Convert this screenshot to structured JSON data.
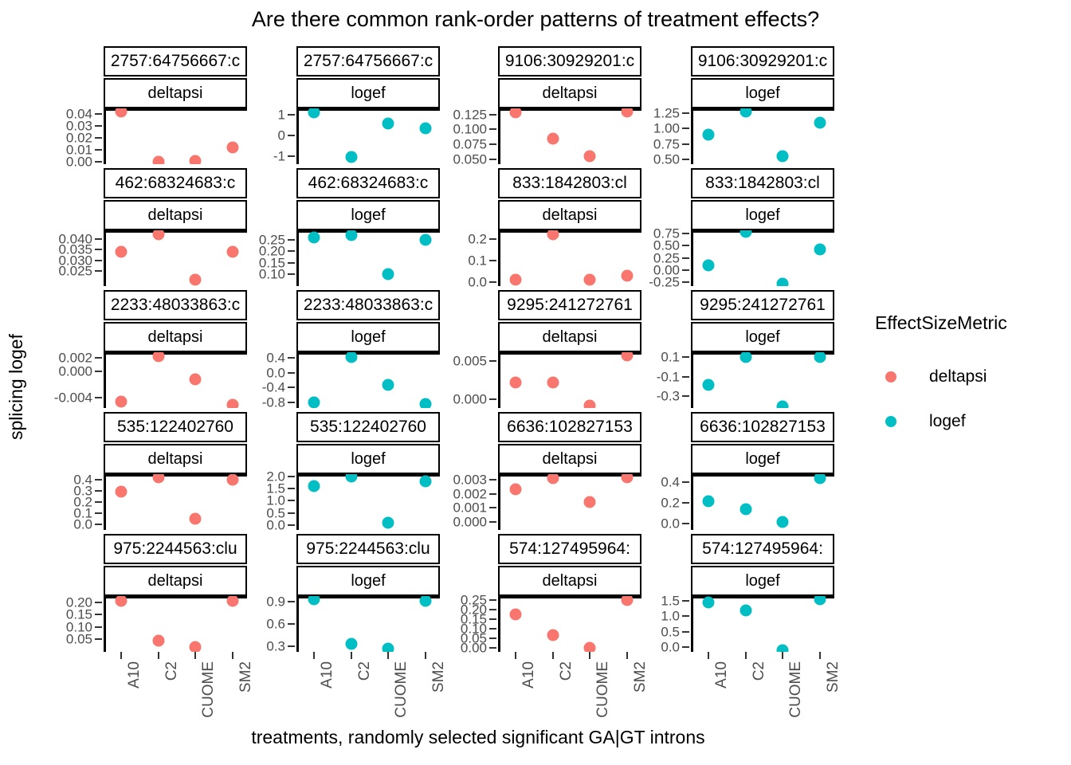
{
  "chart_data": {
    "type": "scatter",
    "title": "Are there common rank-order patterns of treatment effects?",
    "xlabel": "treatments, randomly selected significant GA|GT introns",
    "ylabel": "splicing logef",
    "grid": false,
    "legend": {
      "title": "EffectSizeMetric",
      "position": "right",
      "entries": [
        {
          "name": "deltapsi",
          "color": "#F8766D"
        },
        {
          "name": "logef",
          "color": "#00BFC4"
        }
      ]
    },
    "x_categories": [
      "A10",
      "C2",
      "CUOME",
      "SM2"
    ],
    "facet_columns": [
      "deltapsi",
      "logef",
      "deltapsi",
      "logef"
    ],
    "panels": [
      {
        "row": 0,
        "col": 0,
        "strip_outer": "2757:64756667:c",
        "strip_inner": "deltapsi",
        "series": "deltapsi",
        "ylim": [
          -0.002,
          0.045
        ],
        "yticks": [
          "0.00",
          "0.01",
          "0.02",
          "0.03",
          "0.04"
        ],
        "ytick_values": [
          0.0,
          0.01,
          0.02,
          0.03,
          0.04
        ],
        "values": [
          0.042,
          0.0,
          0.001,
          0.012
        ]
      },
      {
        "row": 0,
        "col": 1,
        "strip_outer": "2757:64756667:c",
        "strip_inner": "logef",
        "series": "logef",
        "ylim": [
          -1.4,
          1.3
        ],
        "yticks": [
          "-1",
          "0",
          "1"
        ],
        "ytick_values": [
          -1,
          0,
          1
        ],
        "values": [
          1.1,
          -1.05,
          0.55,
          0.35
        ]
      },
      {
        "row": 0,
        "col": 2,
        "strip_outer": "9106:30929201:c",
        "strip_inner": "deltapsi",
        "series": "deltapsi",
        "ylim": [
          0.042,
          0.135
        ],
        "yticks": [
          "0.050",
          "0.075",
          "0.100",
          "0.125"
        ],
        "ytick_values": [
          0.05,
          0.075,
          0.1,
          0.125
        ],
        "values": [
          0.128,
          0.085,
          0.055,
          0.13
        ]
      },
      {
        "row": 0,
        "col": 3,
        "strip_outer": "9106:30929201:c",
        "strip_inner": "logef",
        "series": "logef",
        "ylim": [
          0.42,
          1.33
        ],
        "yticks": [
          "0.50",
          "0.75",
          "1.00",
          "1.25"
        ],
        "ytick_values": [
          0.5,
          0.75,
          1.0,
          1.25
        ],
        "values": [
          0.9,
          1.28,
          0.55,
          1.1
        ]
      },
      {
        "row": 1,
        "col": 0,
        "strip_outer": "462:68324683:c",
        "strip_inner": "deltapsi",
        "series": "deltapsi",
        "ylim": [
          0.018,
          0.044
        ],
        "yticks": [
          "0.025",
          "0.030",
          "0.035",
          "0.040"
        ],
        "ytick_values": [
          0.025,
          0.03,
          0.035,
          0.04
        ],
        "values": [
          0.034,
          0.042,
          0.021,
          0.034
        ]
      },
      {
        "row": 1,
        "col": 1,
        "strip_outer": "462:68324683:c",
        "strip_inner": "logef",
        "series": "logef",
        "ylim": [
          0.05,
          0.29
        ],
        "yticks": [
          "0.10",
          "0.15",
          "0.20",
          "0.25"
        ],
        "ytick_values": [
          0.1,
          0.15,
          0.2,
          0.25
        ],
        "values": [
          0.26,
          0.27,
          0.1,
          0.25
        ]
      },
      {
        "row": 1,
        "col": 2,
        "strip_outer": "833:1842803:cl",
        "strip_inner": "deltapsi",
        "series": "deltapsi",
        "ylim": [
          -0.02,
          0.24
        ],
        "yticks": [
          "0.0",
          "0.1",
          "0.2"
        ],
        "ytick_values": [
          0.0,
          0.1,
          0.2
        ],
        "values": [
          0.01,
          0.22,
          0.01,
          0.03
        ]
      },
      {
        "row": 1,
        "col": 3,
        "strip_outer": "833:1842803:cl",
        "strip_inner": "logef",
        "series": "logef",
        "ylim": [
          -0.33,
          0.82
        ],
        "yticks": [
          "-0.25",
          "0.00",
          "0.25",
          "0.50",
          "0.75"
        ],
        "ytick_values": [
          -0.25,
          0.0,
          0.25,
          0.5,
          0.75
        ],
        "values": [
          0.1,
          0.78,
          -0.28,
          0.42
        ]
      },
      {
        "row": 2,
        "col": 0,
        "strip_outer": "2233:48033863:c",
        "strip_inner": "deltapsi",
        "series": "deltapsi",
        "ylim": [
          -0.0055,
          0.0028
        ],
        "yticks": [
          "-0.004",
          "0.000",
          "0.002"
        ],
        "ytick_values": [
          -0.004,
          0.0,
          0.002
        ],
        "values": [
          -0.0045,
          0.0022,
          -0.0012,
          -0.005
        ]
      },
      {
        "row": 2,
        "col": 1,
        "strip_outer": "2233:48033863:c",
        "strip_inner": "logef",
        "series": "logef",
        "ylim": [
          -0.95,
          0.55
        ],
        "yticks": [
          "-0.8",
          "-0.4",
          "0.0",
          "0.4"
        ],
        "ytick_values": [
          -0.8,
          -0.4,
          0.0,
          0.4
        ],
        "values": [
          -0.8,
          0.42,
          -0.32,
          -0.84
        ]
      },
      {
        "row": 2,
        "col": 2,
        "strip_outer": "9295:241272761",
        "strip_inner": "deltapsi",
        "series": "deltapsi",
        "ylim": [
          -0.0012,
          0.0062
        ],
        "yticks": [
          "0.000",
          "0.005"
        ],
        "ytick_values": [
          0.0,
          0.005
        ],
        "values": [
          0.0022,
          0.0022,
          -0.0009,
          0.0058
        ]
      },
      {
        "row": 2,
        "col": 3,
        "strip_outer": "9295:241272761",
        "strip_inner": "logef",
        "series": "logef",
        "ylim": [
          -0.42,
          0.15
        ],
        "yticks": [
          "-0.3",
          "-0.1",
          "0.1"
        ],
        "ytick_values": [
          -0.3,
          -0.1,
          0.1
        ],
        "values": [
          -0.18,
          0.1,
          -0.4,
          0.1
        ]
      },
      {
        "row": 3,
        "col": 0,
        "strip_outer": "535:122402760",
        "strip_inner": "deltapsi",
        "series": "deltapsi",
        "ylim": [
          -0.05,
          0.45
        ],
        "yticks": [
          "0.0",
          "0.1",
          "0.2",
          "0.3",
          "0.4"
        ],
        "ytick_values": [
          0.0,
          0.1,
          0.2,
          0.3,
          0.4
        ],
        "values": [
          0.29,
          0.42,
          0.05,
          0.4
        ]
      },
      {
        "row": 3,
        "col": 1,
        "strip_outer": "535:122402760",
        "strip_inner": "logef",
        "series": "logef",
        "ylim": [
          -0.2,
          2.1
        ],
        "yticks": [
          "0.0",
          "0.5",
          "1.0",
          "1.5",
          "2.0"
        ],
        "ytick_values": [
          0.0,
          0.5,
          1.0,
          1.5,
          2.0
        ],
        "values": [
          1.62,
          2.0,
          0.1,
          1.8
        ]
      },
      {
        "row": 3,
        "col": 2,
        "strip_outer": "6636:102827153",
        "strip_inner": "deltapsi",
        "series": "deltapsi",
        "ylim": [
          -0.0006,
          0.0034
        ],
        "yticks": [
          "0.000",
          "0.001",
          "0.002",
          "0.003"
        ],
        "ytick_values": [
          0.0,
          0.001,
          0.002,
          0.003
        ],
        "values": [
          0.0023,
          0.0031,
          0.0014,
          0.0032
        ]
      },
      {
        "row": 3,
        "col": 3,
        "strip_outer": "6636:102827153",
        "strip_inner": "logef",
        "series": "logef",
        "ylim": [
          -0.06,
          0.48
        ],
        "yticks": [
          "0.0",
          "0.2",
          "0.4"
        ],
        "ytick_values": [
          0.0,
          0.2,
          0.4
        ],
        "values": [
          0.22,
          0.14,
          0.02,
          0.44
        ]
      },
      {
        "row": 4,
        "col": 0,
        "strip_outer": "975:2244563:clu",
        "strip_inner": "deltapsi",
        "series": "deltapsi",
        "ylim": [
          0.0,
          0.225
        ],
        "yticks": [
          "0.05",
          "0.10",
          "0.15",
          "0.20"
        ],
        "ytick_values": [
          0.05,
          0.1,
          0.15,
          0.2
        ],
        "values": [
          0.205,
          0.045,
          0.02,
          0.205
        ]
      },
      {
        "row": 4,
        "col": 1,
        "strip_outer": "975:2244563:clu",
        "strip_inner": "logef",
        "series": "logef",
        "ylim": [
          0.22,
          0.98
        ],
        "yticks": [
          "0.3",
          "0.6",
          "0.9"
        ],
        "ytick_values": [
          0.3,
          0.6,
          0.9
        ],
        "values": [
          0.94,
          0.33,
          0.26,
          0.92
        ]
      },
      {
        "row": 4,
        "col": 2,
        "strip_outer": "574:127495964:",
        "strip_inner": "deltapsi",
        "series": "deltapsi",
        "ylim": [
          -0.02,
          0.27
        ],
        "yticks": [
          "0.00",
          "0.05",
          "0.10",
          "0.15",
          "0.20",
          "0.25"
        ],
        "ytick_values": [
          0.0,
          0.05,
          0.1,
          0.15,
          0.2,
          0.25
        ],
        "values": [
          0.175,
          0.065,
          0.0,
          0.25
        ]
      },
      {
        "row": 4,
        "col": 3,
        "strip_outer": "574:127495964:",
        "strip_inner": "logef",
        "series": "logef",
        "ylim": [
          -0.15,
          1.65
        ],
        "yticks": [
          "0.0",
          "0.5",
          "1.0",
          "1.5"
        ],
        "ytick_values": [
          0.0,
          0.5,
          1.0,
          1.5
        ],
        "values": [
          1.45,
          1.18,
          -0.1,
          1.55
        ]
      }
    ]
  }
}
